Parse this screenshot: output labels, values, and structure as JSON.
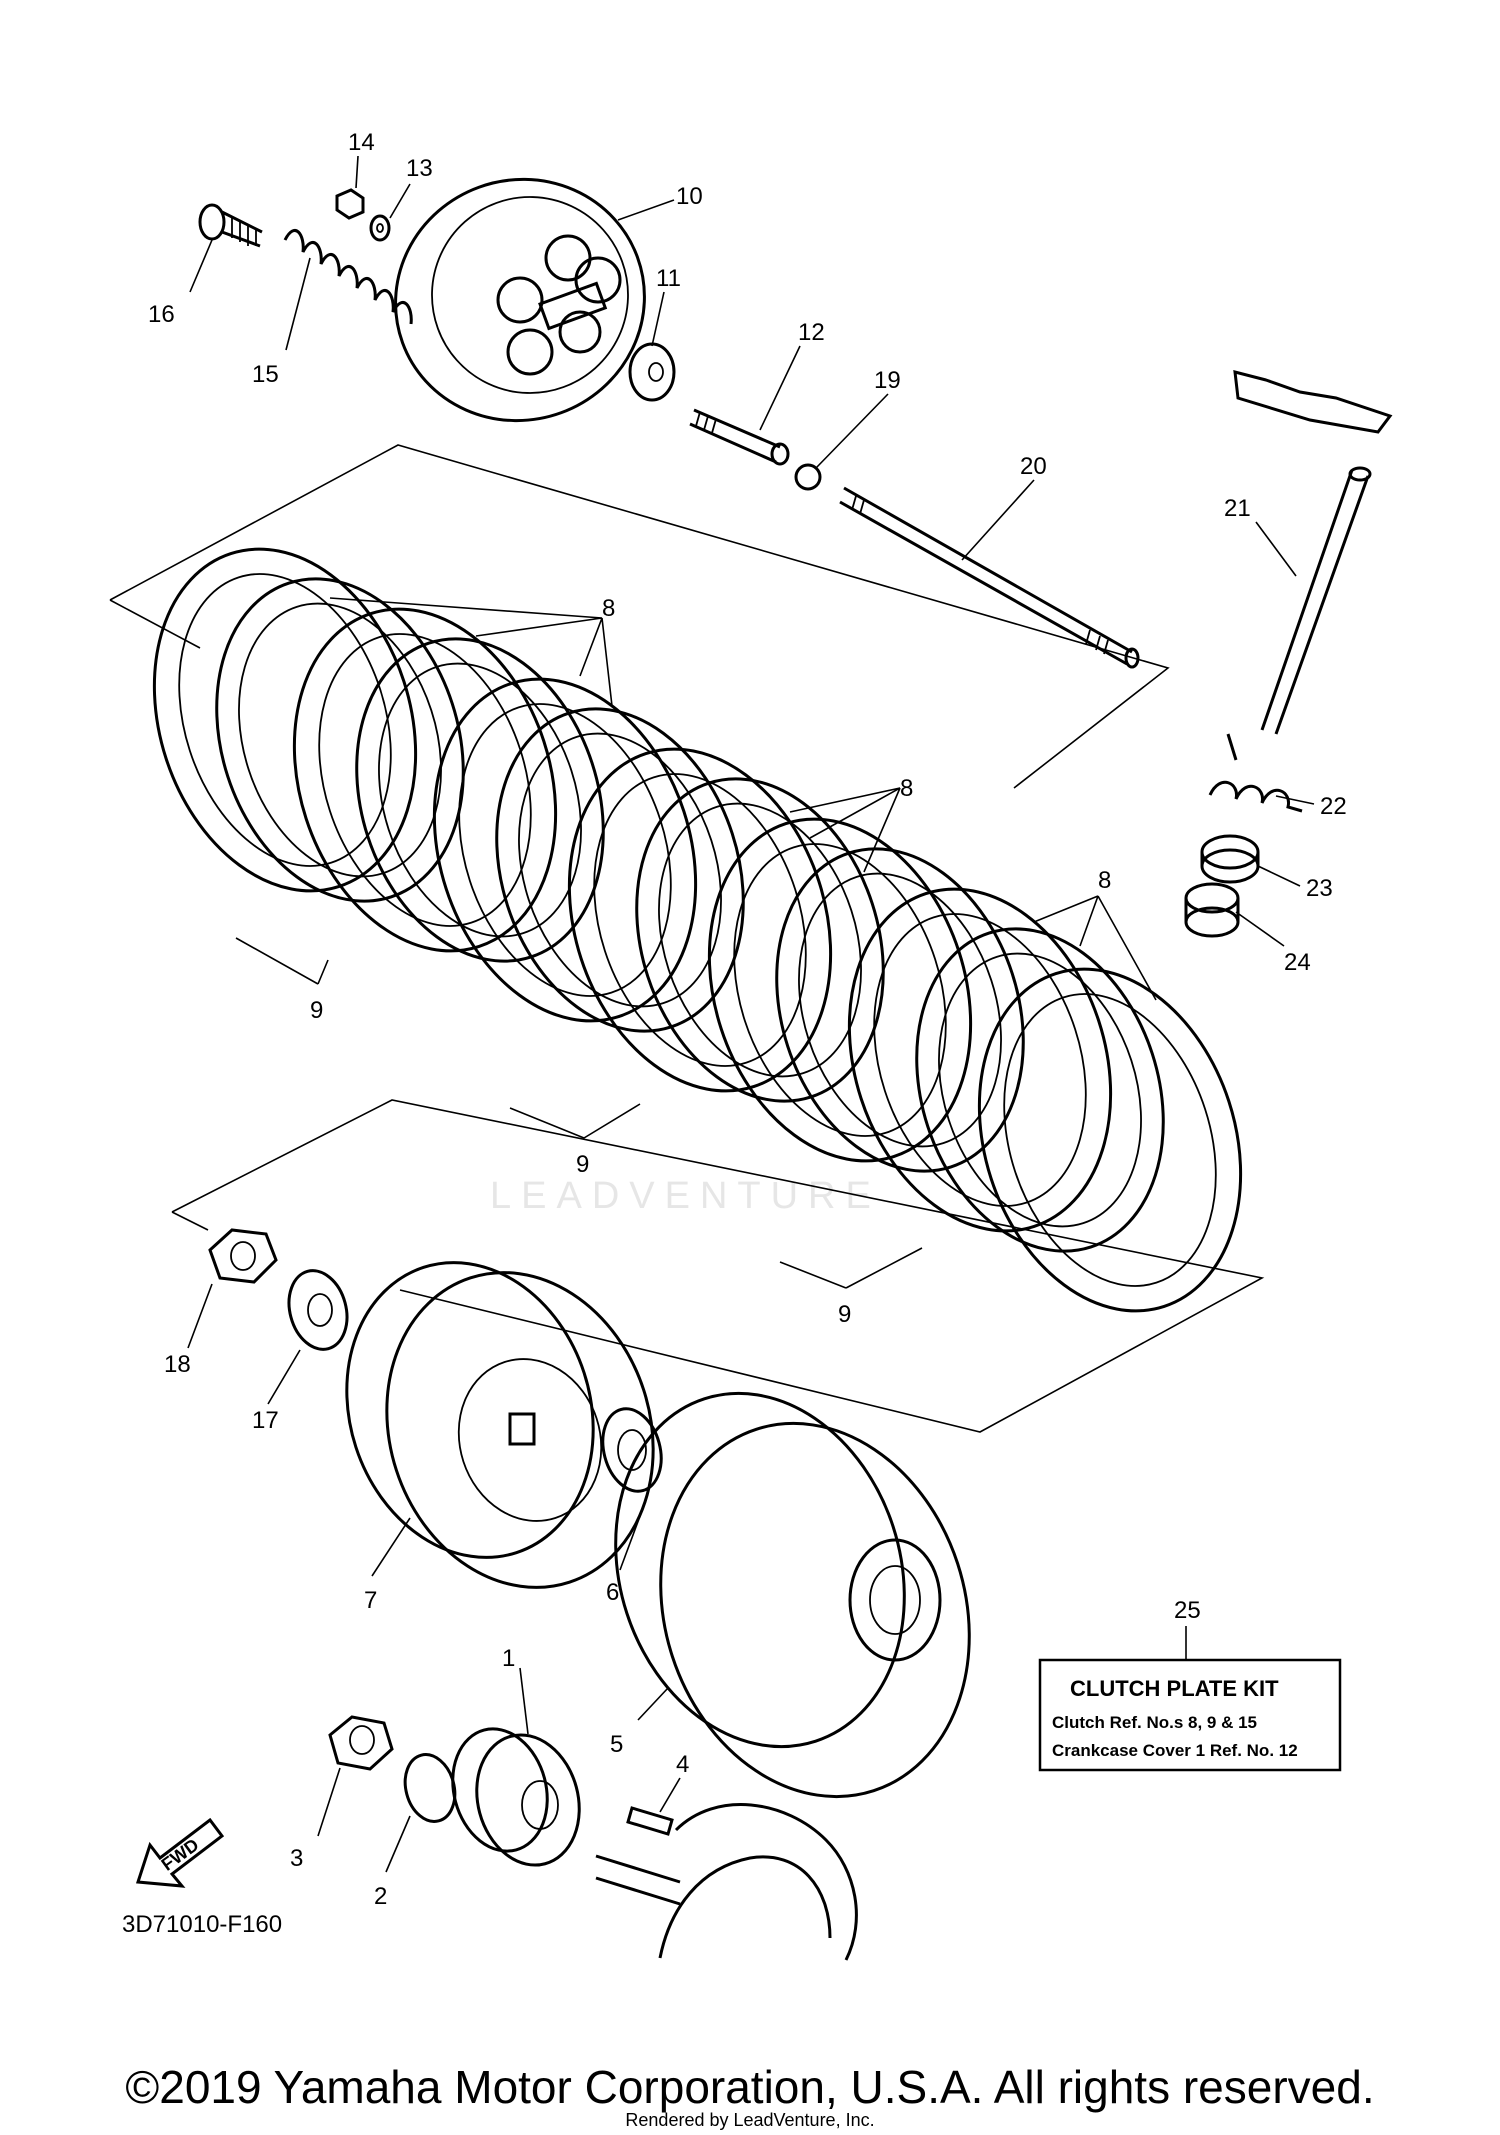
{
  "callouts": {
    "c1": "1",
    "c2": "2",
    "c3": "3",
    "c4": "4",
    "c5": "5",
    "c6": "6",
    "c7": "7",
    "c8a": "8",
    "c8b": "8",
    "c8c": "8",
    "c9a": "9",
    "c9b": "9",
    "c9c": "9",
    "c10": "10",
    "c11": "11",
    "c12": "12",
    "c13": "13",
    "c14": "14",
    "c15": "15",
    "c16": "16",
    "c17": "17",
    "c18": "18",
    "c19": "19",
    "c20": "20",
    "c21": "21",
    "c22": "22",
    "c23": "23",
    "c24": "24",
    "c25": "25"
  },
  "kit": {
    "title": "CLUTCH  PLATE  KIT",
    "line1": "Clutch  Ref. No.s  8, 9 & 15",
    "line2": "Crankcase Cover 1  Ref. No.  12"
  },
  "fwd_label": "FWD",
  "diagram_code": "3D71010-F160",
  "watermark": "LEADVENTURE",
  "copyright": "©2019 Yamaha Motor Corporation, U.S.A. All rights reserved.",
  "rendered_by": "Rendered by LeadVenture, Inc."
}
